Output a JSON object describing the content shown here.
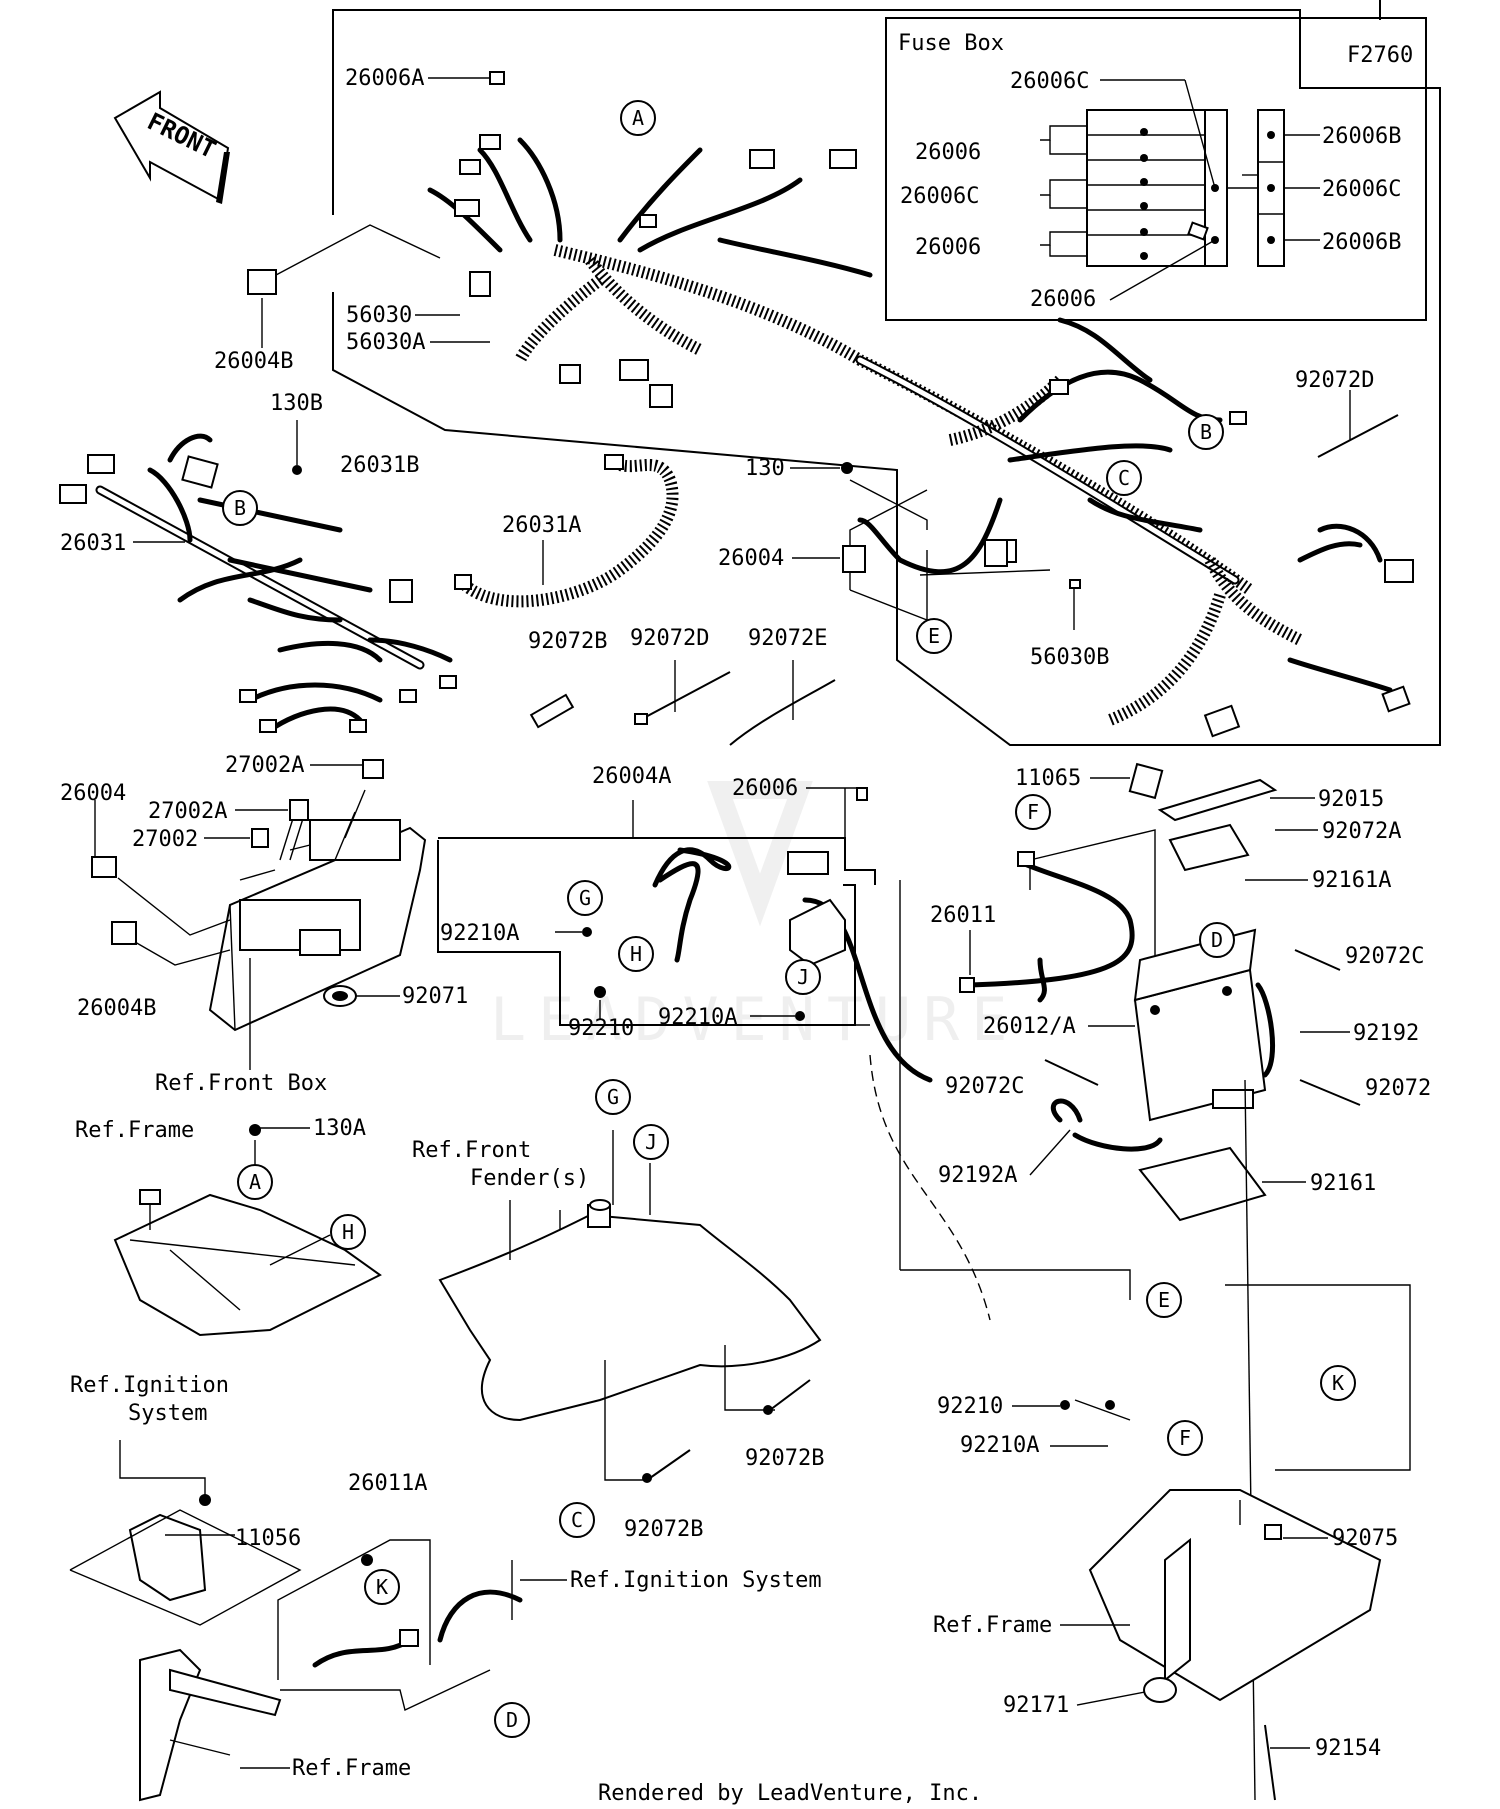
{
  "figure_code": "F2760",
  "fuse_box": {
    "title": "Fuse Box",
    "labels": [
      "26006C",
      "26006",
      "26006C",
      "26006",
      "26006",
      "26006B",
      "26006C",
      "26006B"
    ]
  },
  "front_arrow": "FRONT",
  "part_labels": {
    "p26006A": "26006A",
    "p26004B_top": "26004B",
    "p56030": "56030",
    "p56030A": "56030A",
    "p26031B": "26031B",
    "p92072D_top": "92072D",
    "p130B": "130B",
    "p26031": "26031",
    "p26031A": "26031A",
    "p130": "130",
    "p26004_mid": "26004",
    "p56030B": "56030B",
    "p92072B_mid": "92072B",
    "p92072D_mid": "92072D",
    "p92072E": "92072E",
    "p27002A_1": "27002A",
    "p26004_left": "26004",
    "p27002A_2": "27002A",
    "p27002": "27002",
    "p92071": "92071",
    "p26004B_left": "26004B",
    "p26004A": "26004A",
    "p26006_mid": "26006",
    "p92210A_1": "92210A",
    "p92210": "92210",
    "p92210A_2": "92210A",
    "p11065": "11065",
    "p92015": "92015",
    "p92072A": "92072A",
    "p92161A": "92161A",
    "p26011": "26011",
    "p92072C_r": "92072C",
    "p26012A": "26012/A",
    "p92192": "92192",
    "p92072C_l": "92072C",
    "p92072": "92072",
    "p92192A": "92192A",
    "p92161": "92161",
    "p130A": "130A",
    "p92210_low": "92210",
    "p92210A_low": "92210A",
    "p92072B_r": "92072B",
    "p92072B_b": "92072B",
    "p11056": "11056",
    "p26011A": "26011A",
    "p92075": "92075",
    "p92171": "92171",
    "p92154": "92154"
  },
  "references": {
    "front_box": "Ref.Front Box",
    "frame_1": "Ref.Frame",
    "front_fender": "Ref.Front\nFender(s)",
    "ignition_1": "Ref.Ignition\nSystem",
    "ignition_2": "Ref.Ignition System",
    "frame_2": "Ref.Frame",
    "frame_3": "Ref.Frame"
  },
  "callouts": {
    "A_top": "A",
    "B_right": "B",
    "C_right": "C",
    "B_left": "B",
    "E_mid": "E",
    "G_mid": "G",
    "H_mid": "H",
    "J_mid": "J",
    "F_batt": "F",
    "D_batt": "D",
    "A_frame": "A",
    "H_frame": "H",
    "G_fender": "G",
    "J_fender": "J",
    "E_low": "E",
    "K_low": "K",
    "F_low": "F",
    "C_low": "C",
    "K_cable": "K",
    "D_low": "D"
  },
  "footer": "Rendered by LeadVenture, Inc.",
  "watermark": "LEADVENTURE"
}
